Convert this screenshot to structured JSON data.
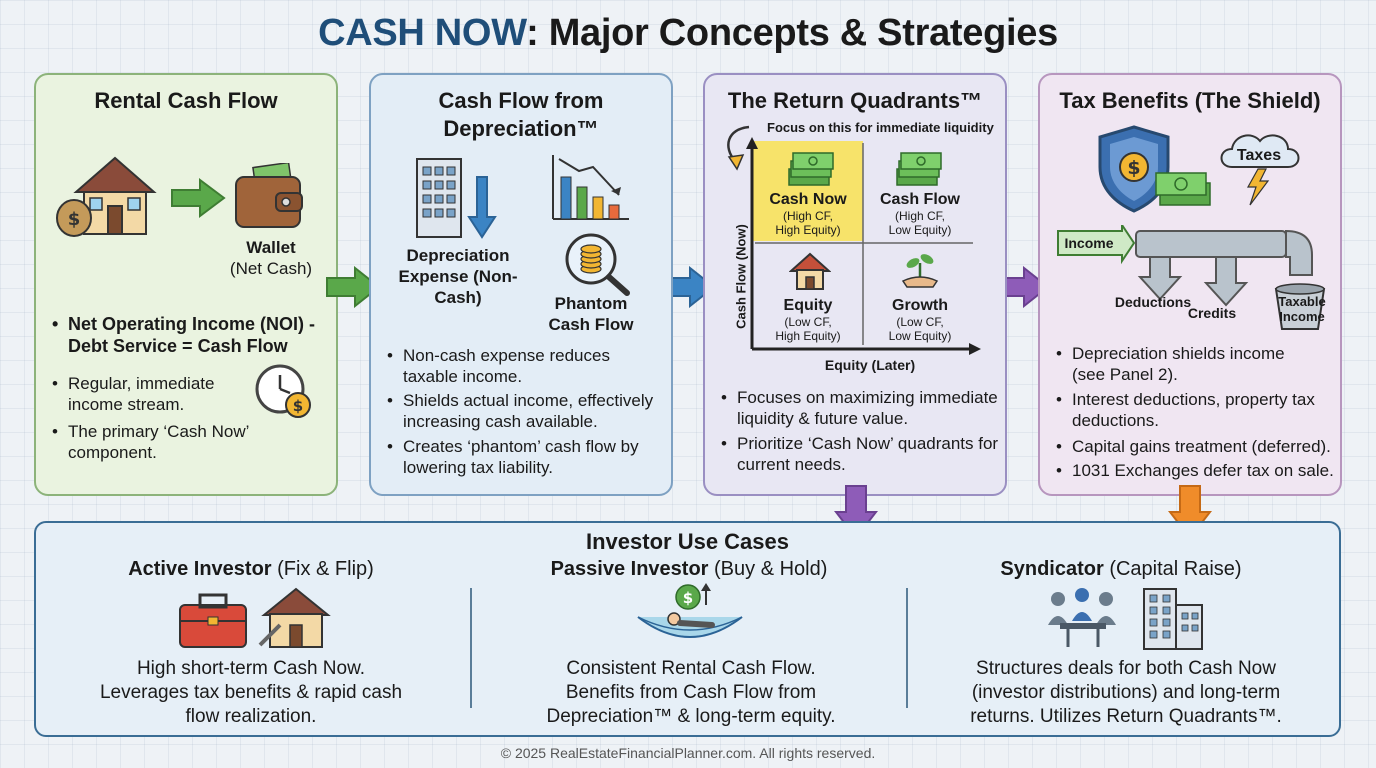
{
  "title": {
    "accent": "CASH NOW",
    "rest": ": Major Concepts & Strategies"
  },
  "panel1": {
    "title": "Rental Cash Flow",
    "wallet_label": "Wallet",
    "wallet_sub": "(Net Cash)",
    "bullet1": "Net Operating Income (NOI) - Debt Service = Cash Flow",
    "bullet2": "Regular, immediate income stream.",
    "bullet3": "The primary ‘Cash Now’ component."
  },
  "panel2": {
    "title": "Cash Flow from Depreciation™",
    "dep_label": "Depreciation Expense (Non-Cash)",
    "phantom_label": "Phantom Cash Flow",
    "bullet1": "Non-cash expense reduces taxable income.",
    "bullet2": "Shields actual income, effectively increasing cash available.",
    "bullet3": "Creates ‘phantom’ cash flow by lowering tax liability."
  },
  "panel3": {
    "title": "The Return Quadrants™",
    "focus_note": "Focus on this for immediate liquidity",
    "y_axis": "Cash Flow (Now)",
    "x_axis": "Equity (Later)",
    "quadrants": [
      {
        "name": "Cash Now",
        "sub1": "(High CF,",
        "sub2": "High Equity)"
      },
      {
        "name": "Cash Flow",
        "sub1": "(High CF,",
        "sub2": "Low Equity)"
      },
      {
        "name": "Equity",
        "sub1": "(Low CF,",
        "sub2": "High Equity)"
      },
      {
        "name": "Growth",
        "sub1": "(Low CF,",
        "sub2": "Low Equity)"
      }
    ],
    "bullet1": "Focuses on maximizing immediate liquidity & future value.",
    "bullet2": "Prioritize ‘Cash Now’ quadrants for current needs."
  },
  "panel4": {
    "title": "Tax Benefits (The Shield)",
    "taxes_label": "Taxes",
    "income_label": "Income",
    "deductions_label": "Deductions",
    "credits_label": "Credits",
    "taxable_label": "Taxable Income",
    "bullet1": "Depreciation shields income (see Panel 2).",
    "bullet2": "Interest deductions, property tax deductions.",
    "bullet3": "Capital gains treatment (deferred).",
    "bullet4": "1031 Exchanges defer tax on sale."
  },
  "use_cases": {
    "title": "Investor Use Cases",
    "active": {
      "bold": "Active Investor",
      "rest": " (Fix & Flip)",
      "desc": "High short-term Cash Now. Leverages tax benefits & rapid cash flow realization."
    },
    "passive": {
      "bold": "Passive Investor",
      "rest": " (Buy & Hold)",
      "desc": "Consistent Rental Cash Flow. Benefits from Cash Flow from Depreciation™ & long-term equity."
    },
    "syndicator": {
      "bold": "Syndicator",
      "rest": " (Capital Raise)",
      "desc": "Structures deals for both Cash Now (investor distributions) and long-term returns. Utilizes Return Quadrants™."
    }
  },
  "footer": "© 2025 RealEstateFinancialPlanner.com. All rights reserved.",
  "colors": {
    "accent": "#1f4e79",
    "green_arrow": "#5aa84a",
    "blue_arrow": "#3b84c4",
    "purple_arrow": "#8e5cb8",
    "orange_arrow": "#f08c2a",
    "highlight": "#f7e36a"
  }
}
